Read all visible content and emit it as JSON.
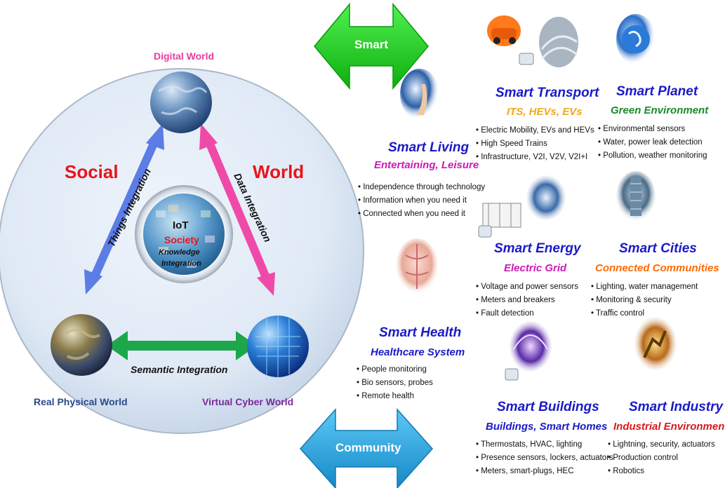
{
  "colors": {
    "title_blue": "#1a1ac8",
    "social_red": "#e8141a",
    "digital_pink": "#e83c9a",
    "physical_blue": "#2a4a8a",
    "virtual_purple": "#7a2a9a",
    "sub_orange": "#f0a81a",
    "sub_green": "#1a8a2a",
    "sub_magenta": "#cc1ab4",
    "sub_red": "#d81a1a",
    "sub_darkorange": "#ff6a00",
    "smart_arrow": "#1ed21e",
    "community_arrow": "#1ea8e6"
  },
  "left": {
    "digital_world": "Digital World",
    "real_world": "Real Physical World",
    "virtual_world": "Virtual Cyber World",
    "social": "Social",
    "world": "World",
    "things_integration": "Things Integration",
    "data_integration": "Data Integration",
    "semantic_integration": "Semantic Integration",
    "center": {
      "iot": "IoT",
      "society": "Society",
      "knowledge": "Knowledge",
      "integration": "Integration"
    }
  },
  "arrows": {
    "smart": "Smart",
    "community": "Community"
  },
  "domains": {
    "living": {
      "icon": "pointing-hand-icon",
      "title": "Smart Living",
      "subtitle": "Entertaining, Leisure",
      "bullets": [
        "• Independence through technology",
        "• Information when you need it",
        "• Connected  when you need it"
      ]
    },
    "health": {
      "icon": "human-anatomy-icon",
      "title": "Smart Health",
      "subtitle": "Healthcare System",
      "bullets": [
        "• People monitoring",
        "• Bio sensors, probes",
        "• Remote health"
      ]
    },
    "transport": {
      "icon": "car-highway-icon",
      "title": "Smart Transport",
      "subtitle": "ITS, HEVs, EVs",
      "bullets": [
        "• Electric Mobility, EVs and HEVs",
        "• High Speed Trains",
        "• Infrastructure, V2I, V2V, V2I+I"
      ]
    },
    "planet": {
      "icon": "earth-globe-icon",
      "title": "Smart Planet",
      "subtitle": "Green Environment",
      "bullets": [
        "• Environmental sensors",
        "• Water, power leak  detection",
        "• Pollution, weather monitoring"
      ]
    },
    "energy": {
      "icon": "solar-grid-icon",
      "title": "Smart Energy",
      "subtitle": "Electric Grid",
      "bullets": [
        "• Voltage and power sensors",
        "• Meters and breakers",
        "• Fault detection"
      ]
    },
    "cities": {
      "icon": "skyscraper-icon",
      "title": "Smart Cities",
      "subtitle": "Connected Communities",
      "bullets": [
        "• Lighting, water management",
        "• Monitoring & security",
        "• Traffic control"
      ]
    },
    "buildings": {
      "icon": "smart-building-icon",
      "title": "Smart Buildings",
      "subtitle": "Buildings, Smart Homes",
      "bullets": [
        "• Thermostats, HVAC, lighting",
        "• Presence sensors, lockers, actuators",
        "• Meters, smart-plugs, HEC"
      ]
    },
    "industry": {
      "icon": "industrial-robot-icon",
      "title": "Smart Industry",
      "subtitle": "Industrial Environments",
      "bullets": [
        "• Lightning, security, actuators",
        "• Production control",
        "• Robotics"
      ]
    }
  }
}
